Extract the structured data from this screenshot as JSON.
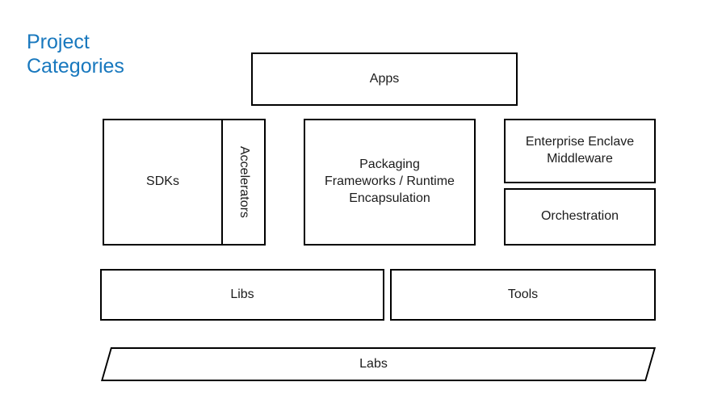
{
  "page": {
    "title": "Project\nCategories"
  },
  "colors": {
    "title_accent": "#1878be",
    "shape_border": "#000000",
    "background": "#ffffff"
  },
  "shapes": {
    "apps": {
      "label": "Apps"
    },
    "sdks": {
      "label": "SDKs"
    },
    "accelerators": {
      "label": "Accelerators"
    },
    "packaging": {
      "label": "Packaging\nFrameworks / Runtime\nEncapsulation"
    },
    "enterprise_middleware": {
      "label": "Enterprise Enclave\nMiddleware"
    },
    "orchestration": {
      "label": "Orchestration"
    },
    "libs": {
      "label": "Libs"
    },
    "tools": {
      "label": "Tools"
    },
    "labs": {
      "label": "Labs"
    }
  }
}
